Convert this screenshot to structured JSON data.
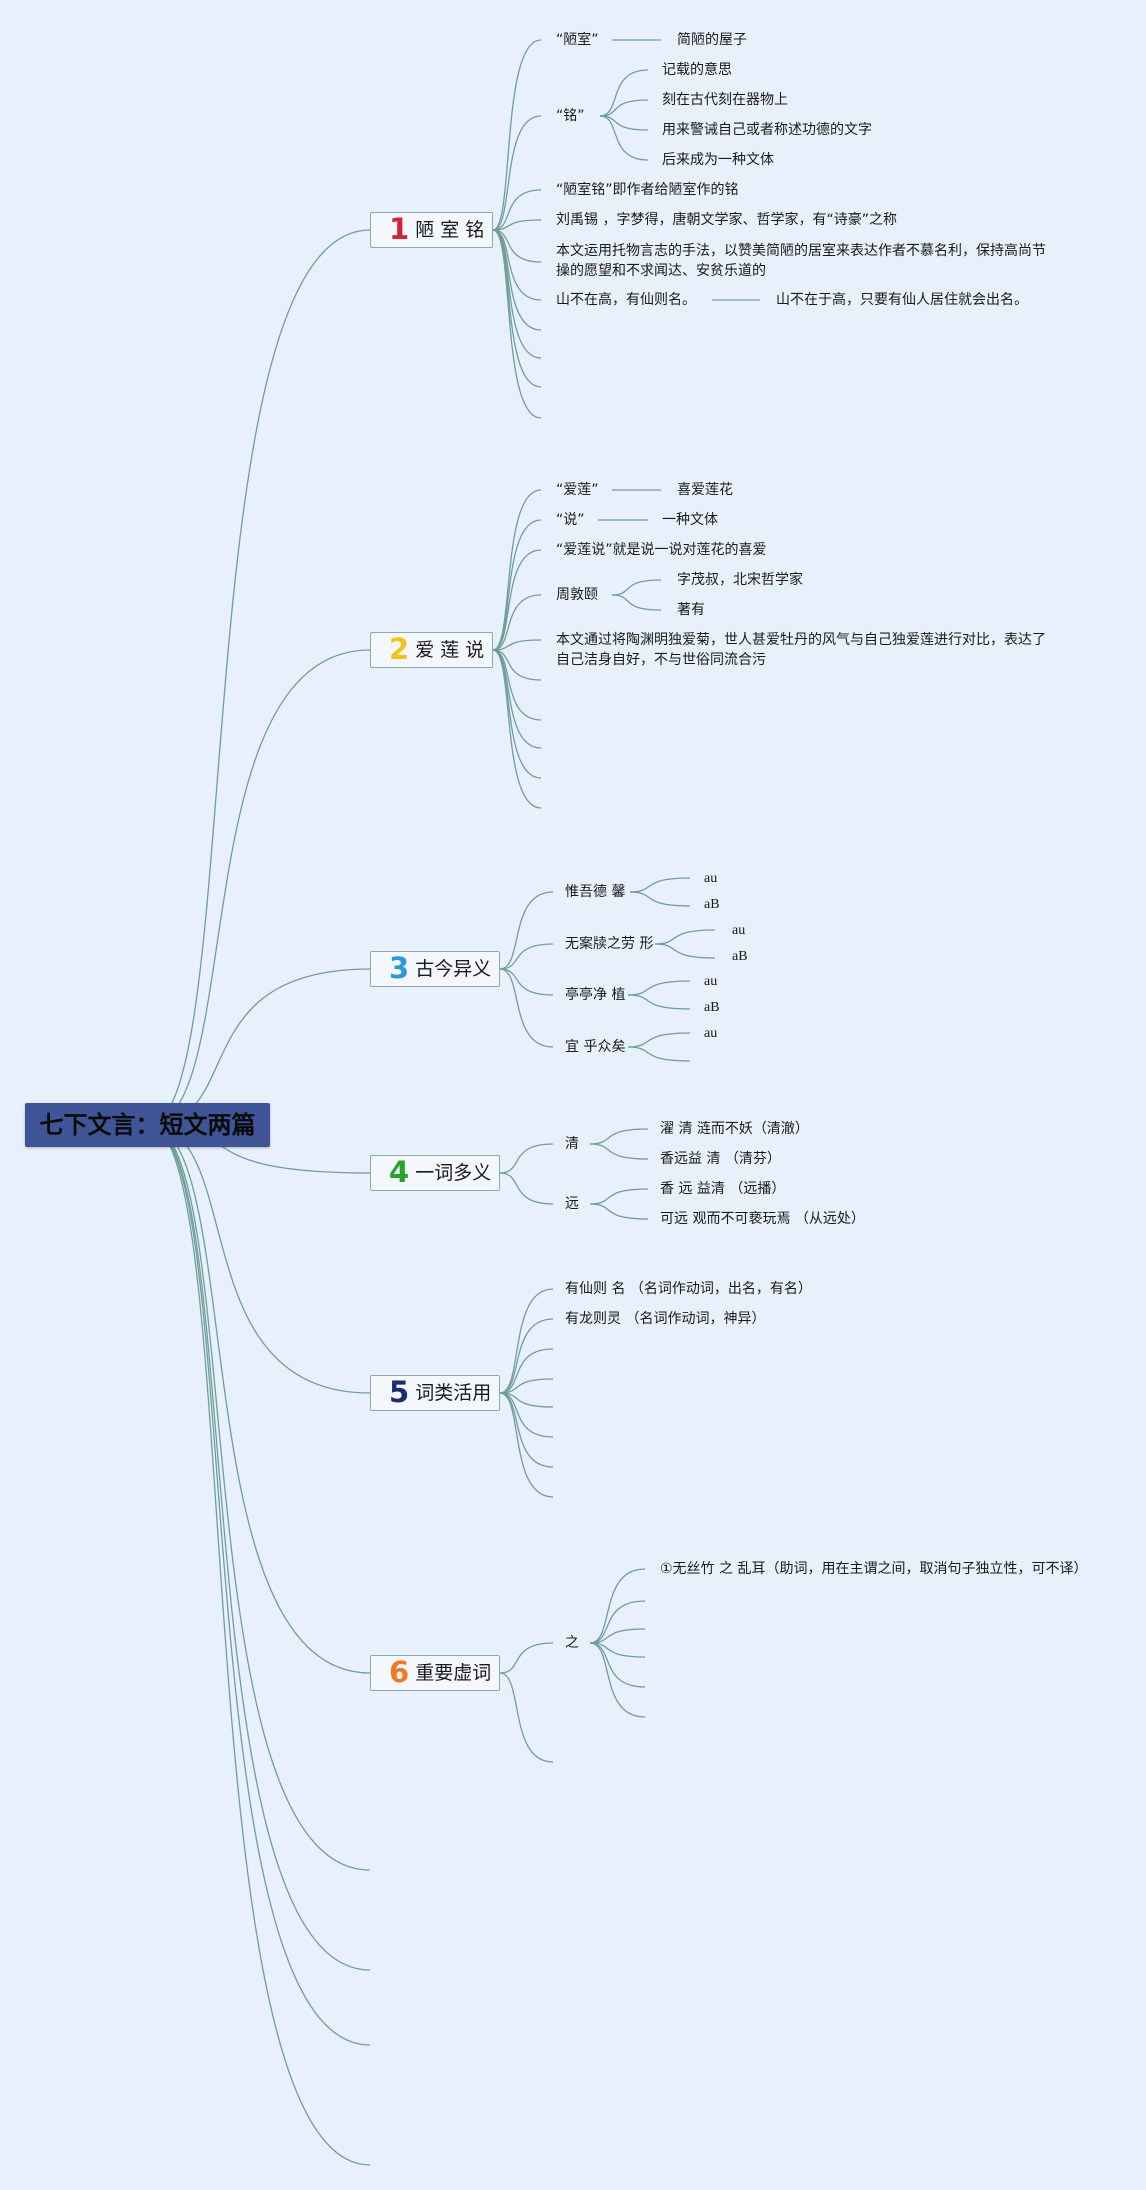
{
  "root": "七下文言：短文两篇",
  "branches": [
    {
      "num": "1",
      "label": "陋 室 铭",
      "color": "#d6213b"
    },
    {
      "num": "2",
      "label": "爱 莲 说",
      "color": "#f0c419"
    },
    {
      "num": "3",
      "label": "古今异义",
      "color": "#2c9ad6"
    },
    {
      "num": "4",
      "label": "一词多义",
      "color": "#27a22c"
    },
    {
      "num": "5",
      "label": "词类活用",
      "color": "#1e2a6e"
    },
    {
      "num": "6",
      "label": "重要虚词",
      "color": "#f07a22"
    }
  ],
  "b1": {
    "lou_shi": "“陋室”",
    "lou_shi_def": "简陋的屋子",
    "ming": "“铭”",
    "ming_defs": [
      "记载的意思",
      "刻在古代刻在器物上",
      "用来警诫自己或者称述功德的文字",
      "后来成为一种文体"
    ],
    "title_note": "“陋室铭”即作者给陋室作的铭",
    "author": "刘禹锡 ，字梦得，唐朝文学家、哲学家，有“诗豪”之称",
    "theme": "本文运用托物言志的手法，以赞美简陋的居室来表达作者不慕名利，保持高尚节操的愿望和不求闻达、安贫乐道的",
    "line": "山不在高，有仙则名。",
    "line_trans": "山不在于高，只要有仙人居住就会出名。"
  },
  "b2": {
    "ai_lian": "“爱莲”",
    "ai_lian_def": "喜爱莲花",
    "shuo": "“说”",
    "shuo_def": "一种文体",
    "title_note": "“爱莲说”就是说一说对莲花的喜爱",
    "author": "周敦颐",
    "author_details": [
      "字茂叔，北宋哲学家",
      "著有"
    ],
    "theme": "本文通过将陶渊明独爱菊，世人甚爱牡丹的风气与自己独爱莲进行对比，表达了自己洁身自好，不与世俗同流合污"
  },
  "b3": {
    "items": [
      {
        "label": "惟吾德 馨",
        "subs": [
          "au",
          "aB"
        ]
      },
      {
        "label": "无案牍之劳 形",
        "subs": [
          "au",
          "aB"
        ]
      },
      {
        "label": "亭亭净 植",
        "subs": [
          "au",
          "aB"
        ]
      },
      {
        "label": "宜 乎众矣",
        "subs": [
          "au"
        ]
      }
    ]
  },
  "b4": {
    "items": [
      {
        "label": "清",
        "subs": [
          "濯 清 涟而不妖（清澈）",
          "香远益 清 （清芬）"
        ]
      },
      {
        "label": "远",
        "subs": [
          "香 远 益清 （远播）",
          "可远 观而不可亵玩焉 （从远处）"
        ]
      }
    ]
  },
  "b5": {
    "items": [
      "有仙则 名 （名词作动词，出名，有名）",
      "有龙则灵 （名词作动词，神异）"
    ]
  },
  "b6": {
    "zhi": "之",
    "zhi_items": [
      "①无丝竹 之 乱耳（助词，用在主谓之间，取消句子独立性，可不译）"
    ]
  }
}
